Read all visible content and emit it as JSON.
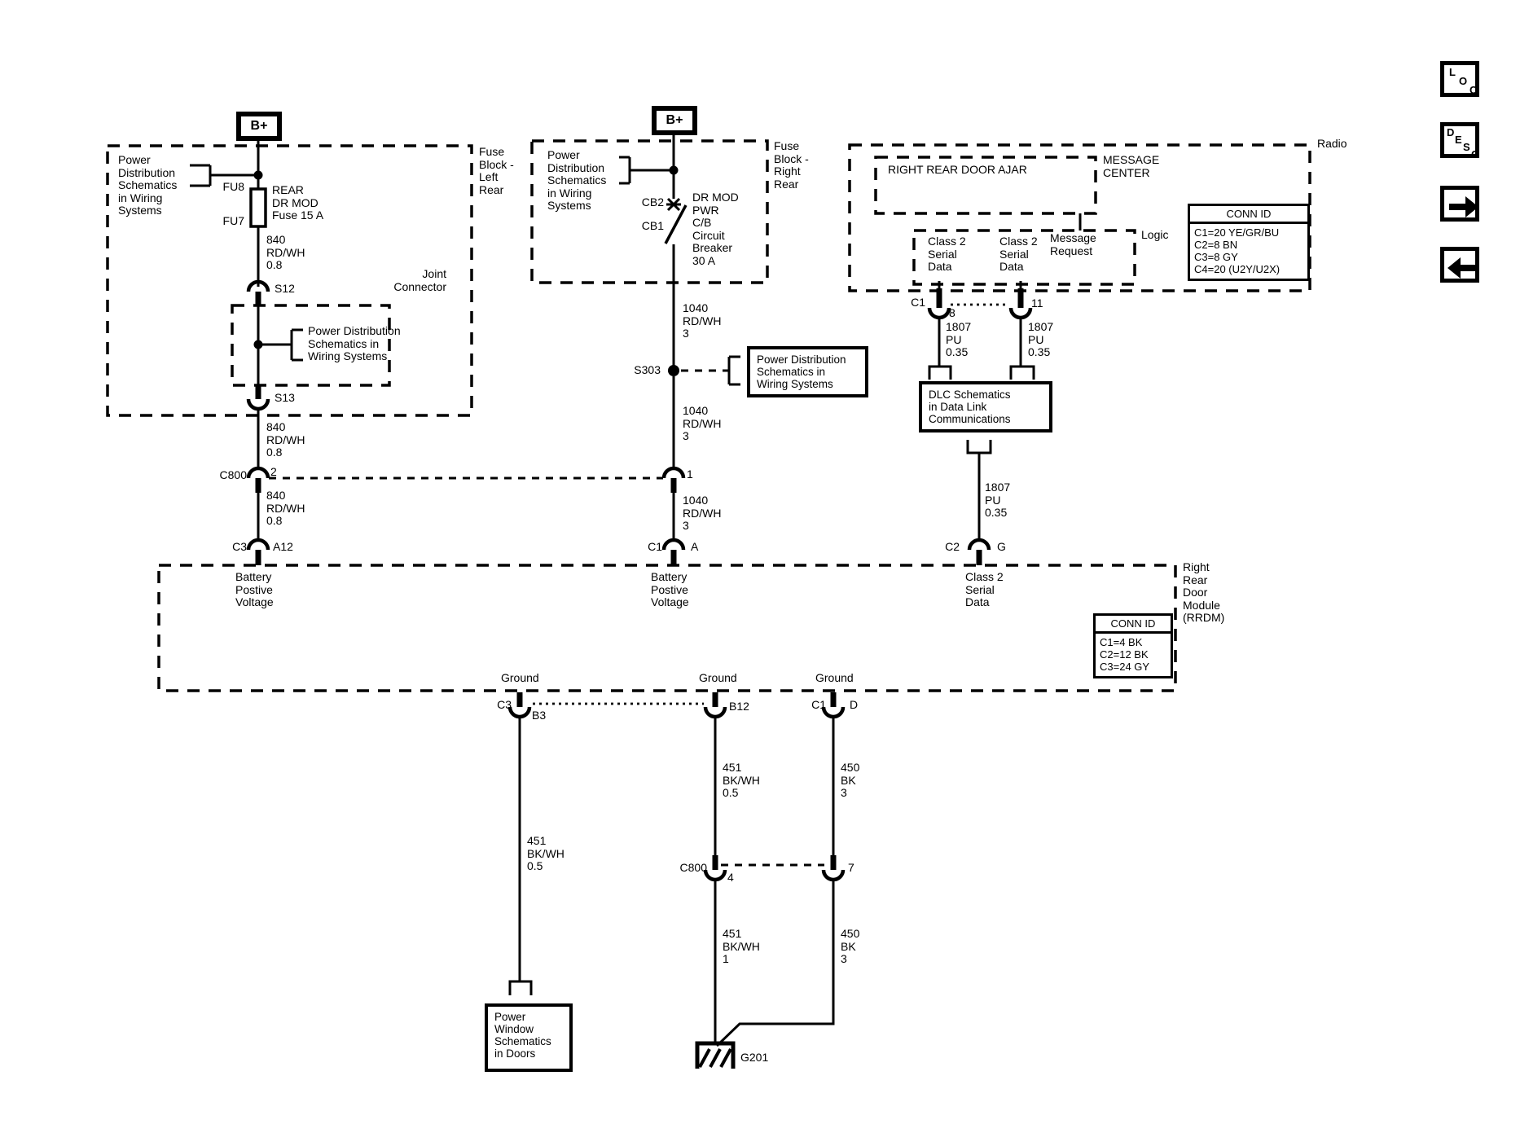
{
  "colors": {
    "ink": "#000000",
    "paper": "#ffffff"
  },
  "nav": {
    "loc_letters": [
      "L",
      "O",
      "C"
    ],
    "desc_letters": [
      "D",
      "E",
      "S",
      "C"
    ]
  },
  "left_branch": {
    "b_plus": "B+",
    "fuse_block_label": "Fuse\nBlock -\nLeft\nRear",
    "power_dist_ref": "Power\nDistribution\nSchematics\nin Wiring\nSystems",
    "fu8": "FU8",
    "fu7": "FU7",
    "fuse_label": "REAR\nDR MOD\nFuse 15 A",
    "wire_840_1": "840\nRD/WH\n0.8",
    "s12": "S12",
    "joint_connector_label": "Joint\nConnector",
    "joint_power_dist_ref": "Power Distribution\nSchematics in\nWiring Systems",
    "s13": "S13",
    "wire_840_2": "840\nRD/WH\n0.8",
    "c800_label": "C800",
    "c800_pin": "2",
    "wire_840_3": "840\nRD/WH\n0.8",
    "c3_label": "C3",
    "c3_pin": "A12",
    "function_label": "Battery\nPostive\nVoltage"
  },
  "middle_branch": {
    "b_plus": "B+",
    "fuse_block_label": "Fuse\nBlock -\nRight\nRear",
    "power_dist_ref": "Power\nDistribution\nSchematics\nin Wiring\nSystems",
    "cb2": "CB2",
    "cb1": "CB1",
    "breaker_label": "DR MOD\nPWR\nC/B\nCircuit\nBreaker\n30 A",
    "wire_1040_1": "1040\nRD/WH\n3",
    "s303": "S303",
    "s303_ref": "Power Distribution\nSchematics in\nWiring Systems",
    "wire_1040_2": "1040\nRD/WH\n3",
    "splice_pin": "1",
    "wire_1040_3": "1040\nRD/WH\n3",
    "c1_label": "C1",
    "c1_pin": "A",
    "function_label": "Battery\nPostive\nVoltage"
  },
  "radio": {
    "name": "Radio",
    "door_ajar": "RIGHT REAR DOOR AJAR",
    "message_center": "MESSAGE\nCENTER",
    "logic": "Logic",
    "class2_left": "Class 2\nSerial\nData",
    "class2_right": "Class 2\nSerial\nData",
    "message_request": "Message\nRequest",
    "conn_id_title": "CONN ID",
    "conn_id_rows": "C1=20 YE/GR/BU\nC2=8 BN\nC3=8 GY\nC4=20 (U2Y/U2X)",
    "c1_label": "C1",
    "pin_8": "8",
    "pin_11": "11",
    "wire_1807_1": "1807\nPU\n0.35",
    "wire_1807_2": "1807\nPU\n0.35",
    "dlc_ref": "DLC Schematics\nin Data Link\nCommunications",
    "wire_1807_3": "1807\nPU\n0.35",
    "c2_label": "C2",
    "c2_pin": "G",
    "function_label": "Class 2\nSerial\nData"
  },
  "rrdm": {
    "name_label": "Right\nRear\nDoor\nModule\n(RRDM)",
    "conn_id_title": "CONN ID",
    "conn_id_rows": "C1=4 BK\nC2=12 BK\nC3=24 GY",
    "ground_1": "Ground",
    "ground_2": "Ground",
    "ground_3": "Ground"
  },
  "grounds": {
    "c3_label": "C3",
    "b3_pin": "B3",
    "b12_pin": "B12",
    "c1_label": "C1",
    "d_pin": "D",
    "wire_451_mid": "451\nBK/WH\n0.5",
    "wire_450_top": "450\nBK\n3",
    "wire_451_left": "451\nBK/WH\n0.5",
    "c800_label": "C800",
    "pin_4": "4",
    "pin_7": "7",
    "wire_451_bot": "451\nBK/WH\n1",
    "wire_450_bot": "450\nBK\n3",
    "power_window_ref": "Power\nWindow\nSchematics\nin Doors",
    "g201": "G201"
  }
}
